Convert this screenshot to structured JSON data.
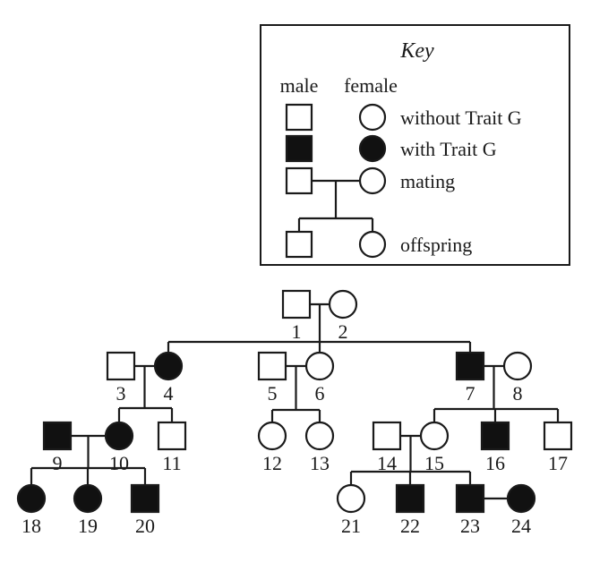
{
  "key": {
    "title": "Key",
    "male_label": "male",
    "female_label": "female",
    "without_label": "without Trait G",
    "with_label": "with Trait G",
    "mating_label": "mating",
    "offspring_label": "offspring"
  },
  "individuals": [
    {
      "id": "1",
      "sex": "male",
      "affected": false
    },
    {
      "id": "2",
      "sex": "female",
      "affected": false
    },
    {
      "id": "3",
      "sex": "male",
      "affected": false
    },
    {
      "id": "4",
      "sex": "female",
      "affected": true
    },
    {
      "id": "5",
      "sex": "male",
      "affected": false
    },
    {
      "id": "6",
      "sex": "female",
      "affected": false
    },
    {
      "id": "7",
      "sex": "male",
      "affected": true
    },
    {
      "id": "8",
      "sex": "female",
      "affected": false
    },
    {
      "id": "9",
      "sex": "male",
      "affected": true
    },
    {
      "id": "10",
      "sex": "female",
      "affected": true
    },
    {
      "id": "11",
      "sex": "male",
      "affected": false
    },
    {
      "id": "12",
      "sex": "female",
      "affected": false
    },
    {
      "id": "13",
      "sex": "female",
      "affected": false
    },
    {
      "id": "14",
      "sex": "male",
      "affected": false
    },
    {
      "id": "15",
      "sex": "female",
      "affected": false
    },
    {
      "id": "16",
      "sex": "male",
      "affected": true
    },
    {
      "id": "17",
      "sex": "male",
      "affected": false
    },
    {
      "id": "18",
      "sex": "female",
      "affected": true
    },
    {
      "id": "19",
      "sex": "female",
      "affected": true
    },
    {
      "id": "20",
      "sex": "male",
      "affected": true
    },
    {
      "id": "21",
      "sex": "female",
      "affected": false
    },
    {
      "id": "22",
      "sex": "male",
      "affected": true
    },
    {
      "id": "23",
      "sex": "male",
      "affected": true
    },
    {
      "id": "24",
      "sex": "female",
      "affected": true
    }
  ],
  "matings": [
    {
      "partners": [
        "1",
        "2"
      ],
      "children": [
        "4",
        "6",
        "7"
      ]
    },
    {
      "partners": [
        "3",
        "4"
      ],
      "children": [
        "10",
        "11"
      ]
    },
    {
      "partners": [
        "5",
        "6"
      ],
      "children": [
        "12",
        "13"
      ]
    },
    {
      "partners": [
        "7",
        "8"
      ],
      "children": [
        "15",
        "16",
        "17"
      ]
    },
    {
      "partners": [
        "9",
        "10"
      ],
      "children": [
        "18",
        "19",
        "20"
      ]
    },
    {
      "partners": [
        "14",
        "15"
      ],
      "children": [
        "21",
        "22",
        "23"
      ]
    },
    {
      "partners": [
        "23",
        "24"
      ],
      "children": []
    }
  ],
  "colors": {
    "line": "#1a1a1a",
    "fill_affected": "#111111",
    "fill_unaffected": "#ffffff"
  }
}
